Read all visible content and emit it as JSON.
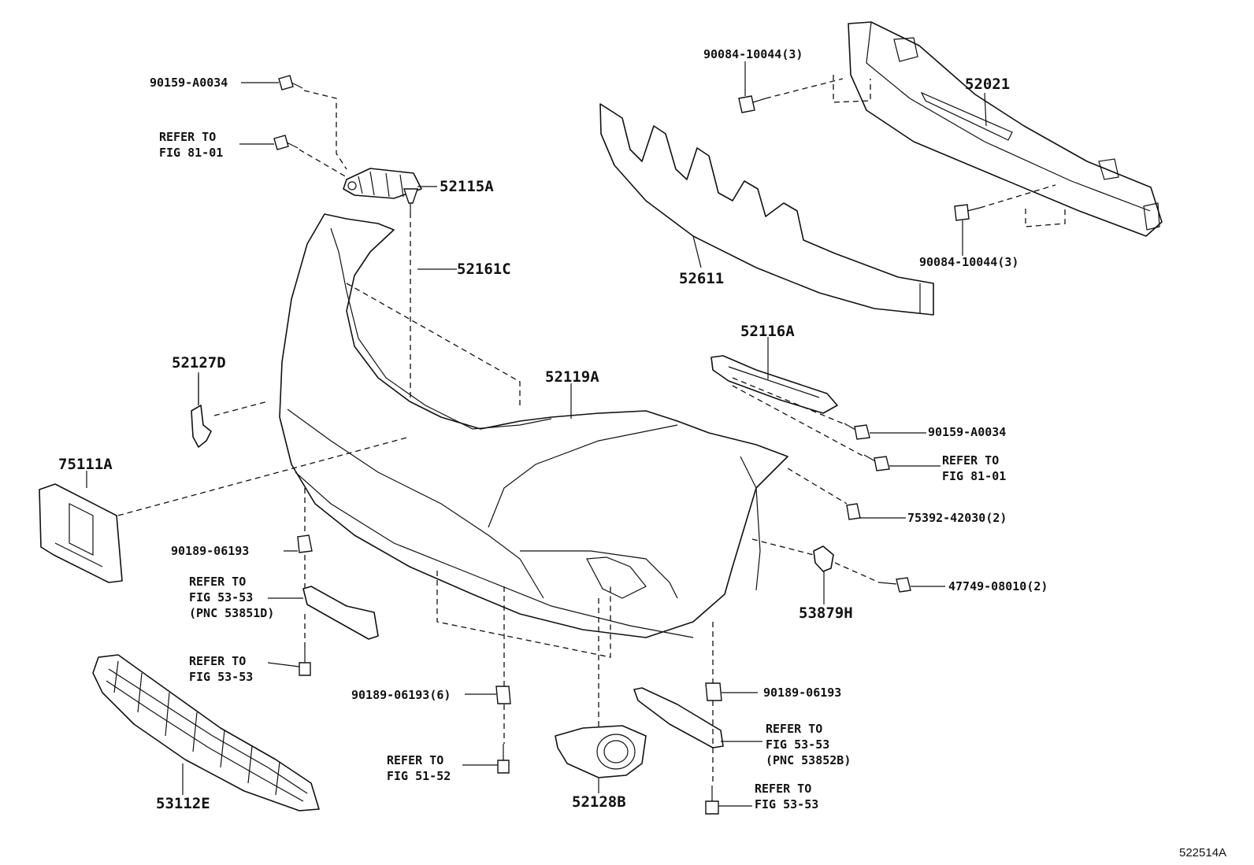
{
  "diagram": {
    "labels": {
      "p_90159a0034_top": "90159-A0034",
      "refer_top_a": "REFER TO",
      "refer_top_b": "FIG 81-01",
      "p_52115a": "52115A",
      "p_52161c": "52161C",
      "p_52127d": "52127D",
      "p_75111a": "75111A",
      "p_52119a": "52119A",
      "p_90084_top": "90084-10044(3)",
      "p_52021": "52021",
      "p_90084_bottom": "90084-10044(3)",
      "p_52611": "52611",
      "p_52116a": "52116A",
      "p_90159a0034_right": "90159-A0034",
      "refer_right_a": "REFER TO",
      "refer_right_b": "FIG 81-01",
      "p_75392": "75392-42030(2)",
      "p_47749": "47749-08010(2)",
      "p_53879h": "53879H",
      "p_90189_left": "90189-06193",
      "refer_left_a": "REFER TO",
      "refer_left_b": "FIG 53-53",
      "refer_left_c": "(PNC 53851D)",
      "refer_left2_a": "REFER TO",
      "refer_left2_b": "FIG 53-53",
      "p_53112e": "53112E",
      "p_90189_center": "90189-06193(6)",
      "refer_center_a": "REFER TO",
      "refer_center_b": "FIG 51-52",
      "p_52128b": "52128B",
      "p_90189_right": "90189-06193",
      "refer_rb_a": "REFER TO",
      "refer_rb_b": "FIG 53-53",
      "refer_rb_c": "(PNC 53852B)",
      "refer_rb2_a": "REFER TO",
      "refer_rb2_b": "FIG 53-53"
    },
    "illustration_code": "522514A"
  }
}
